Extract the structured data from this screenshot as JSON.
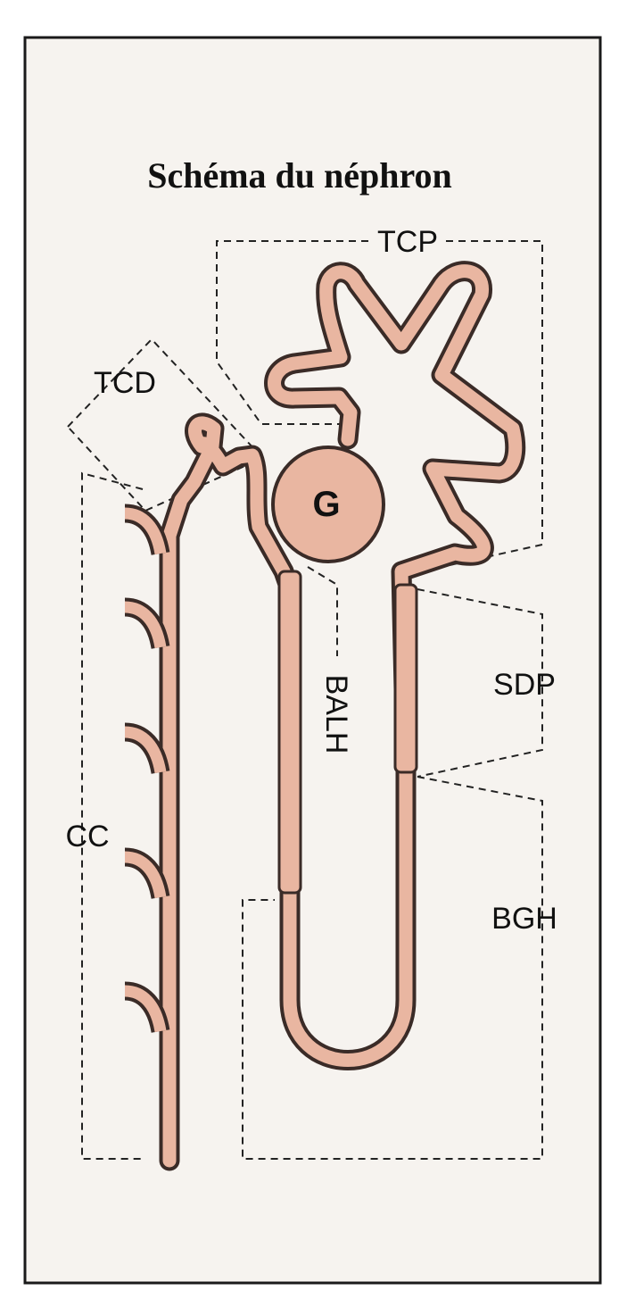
{
  "title": "Schéma du néphron",
  "labels": {
    "glomerulus": "G",
    "tcp": "TCP",
    "tcd": "TCD",
    "balh": "BALH",
    "sdp": "SDP",
    "bgh": "BGH",
    "cc": "CC"
  },
  "colors": {
    "background": "#f6f3ef",
    "tube_fill": "#e9b6a1",
    "tube_stroke": "#3a2b27",
    "frame": "#1a1a1a"
  }
}
